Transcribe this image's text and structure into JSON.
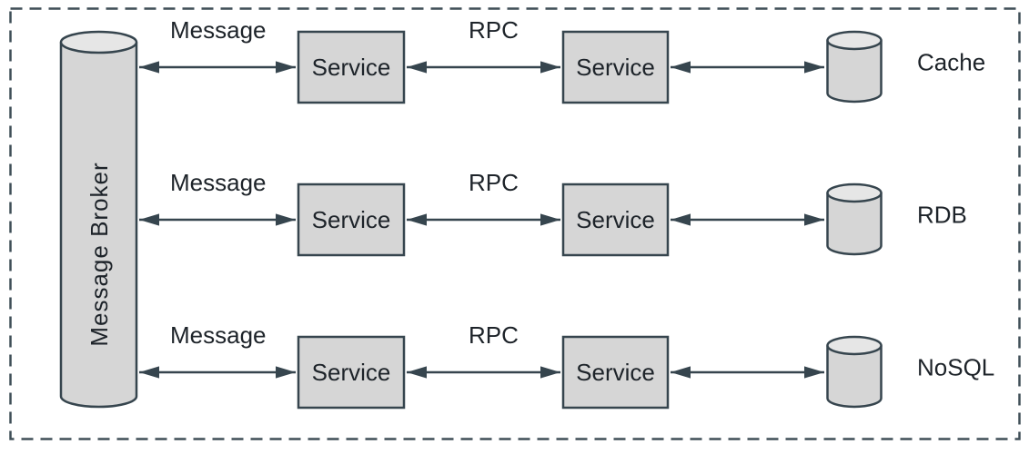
{
  "diagram": {
    "broker": {
      "label": "Message Broker"
    },
    "rows": [
      {
        "message_label": "Message",
        "service_left": "Service",
        "rpc_label": "RPC",
        "service_right": "Service",
        "datastore_label": "Cache"
      },
      {
        "message_label": "Message",
        "service_left": "Service",
        "rpc_label": "RPC",
        "service_right": "Service",
        "datastore_label": "RDB"
      },
      {
        "message_label": "Message",
        "service_left": "Service",
        "rpc_label": "RPC",
        "service_right": "Service",
        "datastore_label": "NoSQL"
      }
    ],
    "colors": {
      "shape_fill": "#d6d6d6",
      "shape_fill_top": "#e6e6e6",
      "shape_stroke": "#36454e",
      "dashed_border": "#3f4e57",
      "text": "#1d2329",
      "background": "#ffffff"
    }
  }
}
